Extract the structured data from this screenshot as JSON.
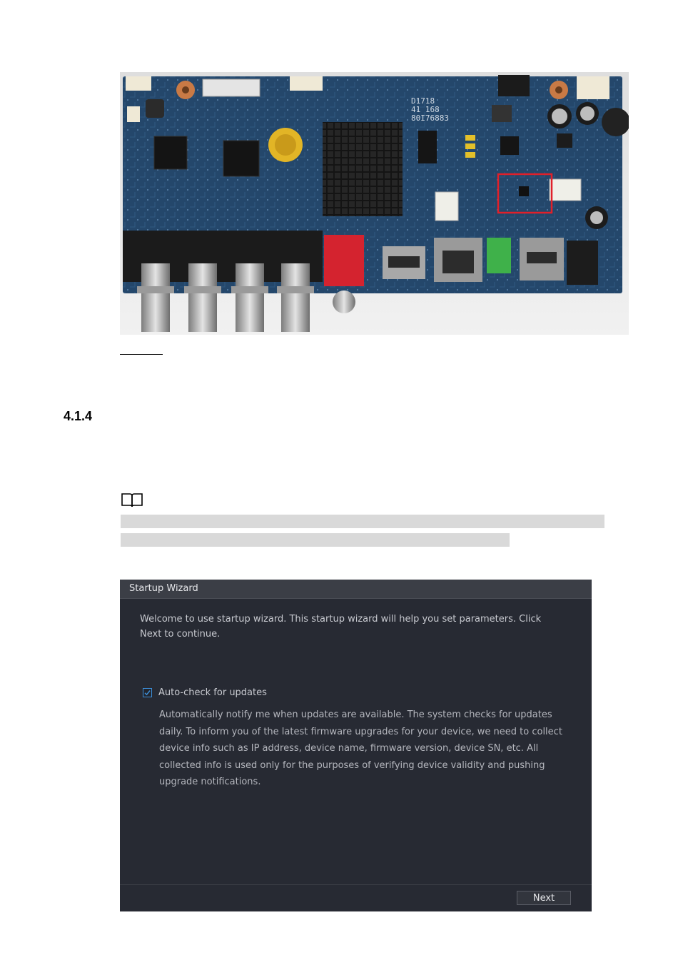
{
  "section": {
    "number": "4.1.4"
  },
  "note": {
    "icon": "book-note-icon"
  },
  "board": {
    "chip_text": [
      "D1718",
      "41 168",
      "80I76883"
    ]
  },
  "wizard": {
    "title": "Startup Wizard",
    "welcome_text": "Welcome to use startup wizard. This startup wizard will help you set parameters. Click Next to continue.",
    "auto_check": {
      "label": "Auto-check for updates",
      "checked": true,
      "description": "Automatically notify me when updates are available. The system checks for updates daily. To inform you of the latest firmware upgrades for your device, we need to collect device info such as IP address, device name, firmware version, device SN, etc. All collected info is used only for the purposes of verifying device validity and pushing upgrade notifications."
    },
    "next_label": "Next"
  },
  "colors": {
    "dialog_bg": "#272a33",
    "titlebar_bg": "#3b3e46",
    "checkbox_accent": "#3c8ed8",
    "board_highlight": "#e0202a"
  }
}
